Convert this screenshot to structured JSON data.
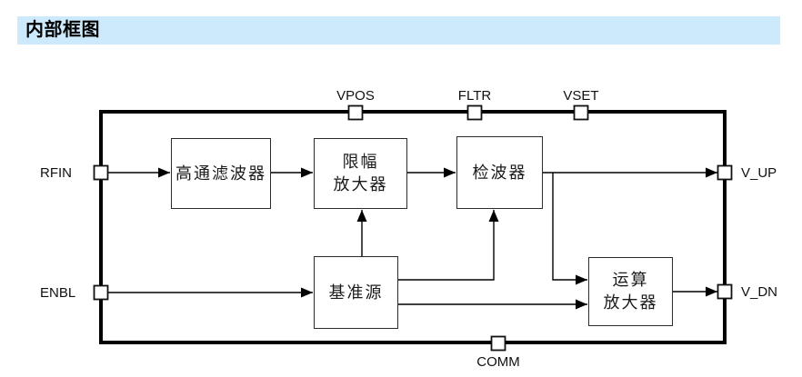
{
  "header": {
    "title": "内部框图"
  },
  "colors": {
    "header_bg": "#cdeafc",
    "outline": "#000000",
    "block_border": "#2b2b2b",
    "block_fill": "#ffffff"
  },
  "diagram": {
    "pins": {
      "vpos": {
        "label": "VPOS",
        "side": "top"
      },
      "fltr": {
        "label": "FLTR",
        "side": "top"
      },
      "vset": {
        "label": "VSET",
        "side": "top"
      },
      "rfin": {
        "label": "RFIN",
        "side": "left"
      },
      "enbl": {
        "label": "ENBL",
        "side": "left"
      },
      "v_up": {
        "label": "V_UP",
        "side": "right"
      },
      "v_dn": {
        "label": "V_DN",
        "side": "right"
      },
      "comm": {
        "label": "COMM",
        "side": "bottom"
      }
    },
    "blocks": {
      "high_pass_filter": {
        "label": "高通滤波器"
      },
      "limiting_amplifier": {
        "line1": "限幅",
        "line2": "放大器"
      },
      "detector": {
        "label": "检波器"
      },
      "reference_source": {
        "label": "基准源"
      },
      "op_amp": {
        "line1": "运算",
        "line2": "放大器"
      }
    },
    "connections": [
      {
        "from": "RFIN",
        "to": "高通滤波器"
      },
      {
        "from": "高通滤波器",
        "to": "限幅放大器"
      },
      {
        "from": "限幅放大器",
        "to": "检波器"
      },
      {
        "from": "检波器",
        "to": "V_UP"
      },
      {
        "from": "检波器",
        "to": "运算放大器"
      },
      {
        "from": "ENBL",
        "to": "基准源"
      },
      {
        "from": "基准源",
        "to": "限幅放大器"
      },
      {
        "from": "基准源",
        "to": "检波器"
      },
      {
        "from": "基准源",
        "to": "运算放大器"
      },
      {
        "from": "运算放大器",
        "to": "V_DN"
      }
    ]
  }
}
